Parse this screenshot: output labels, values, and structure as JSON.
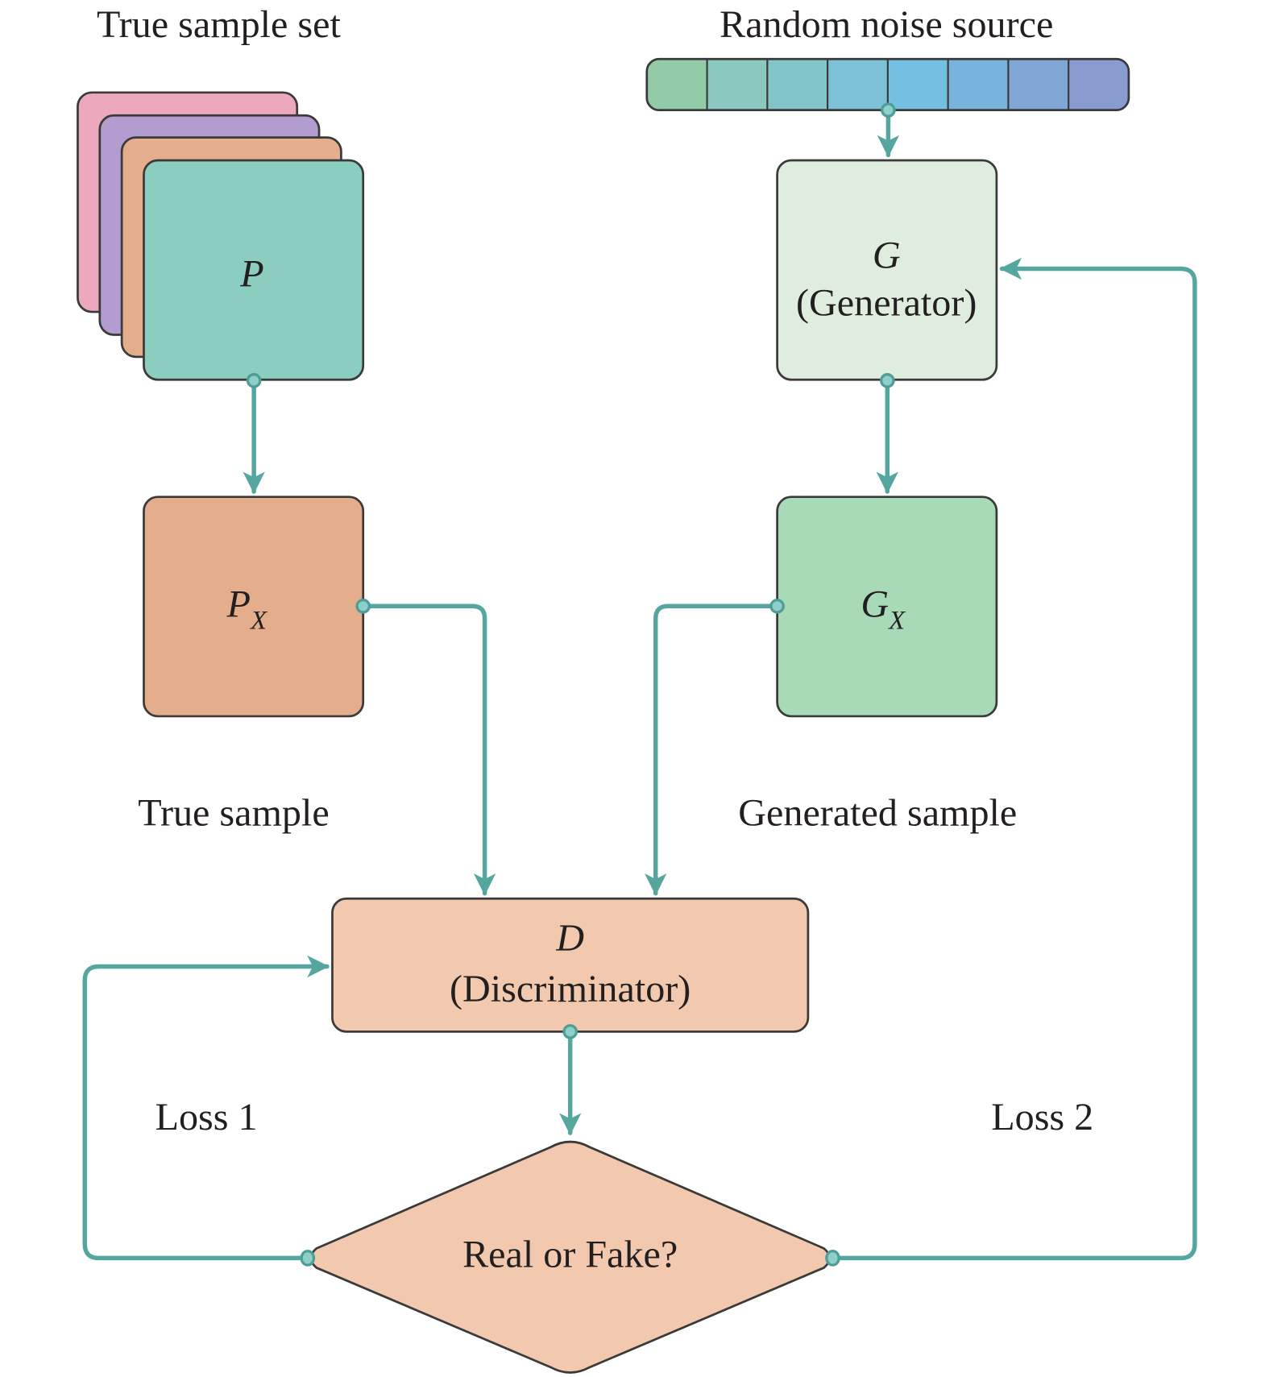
{
  "labels": {
    "true_sample_set": "True sample set",
    "random_noise_source": "Random noise source",
    "true_sample": "True sample",
    "generated_sample": "Generated sample",
    "loss1": "Loss 1",
    "loss2": "Loss 2"
  },
  "nodes": {
    "p": {
      "symbol": "P"
    },
    "px": {
      "symbol": "P",
      "subscript": "X"
    },
    "g": {
      "symbol": "G",
      "name": "(Generator)"
    },
    "gx": {
      "symbol": "G",
      "subscript": "X"
    },
    "d": {
      "symbol": "D",
      "name": "(Discriminator)"
    },
    "decision": {
      "text": "Real or Fake?"
    }
  },
  "noise_vector": {
    "cells": 8,
    "colors": [
      "#93cba9",
      "#8bc8bf",
      "#82c5c9",
      "#7cc1d6",
      "#74c0e2",
      "#78b3dd",
      "#7fa6d5",
      "#889ccf"
    ]
  },
  "colors": {
    "stack": [
      "#eca8bd",
      "#b39cd0",
      "#e4ae8c",
      "#8bcdbf"
    ],
    "px": "#e4ae8c",
    "g": "#deeddd",
    "gx": "#a9dab8",
    "d": "#f2c8ae",
    "decision": "#f2c8ae",
    "wire": "#55a69f"
  }
}
